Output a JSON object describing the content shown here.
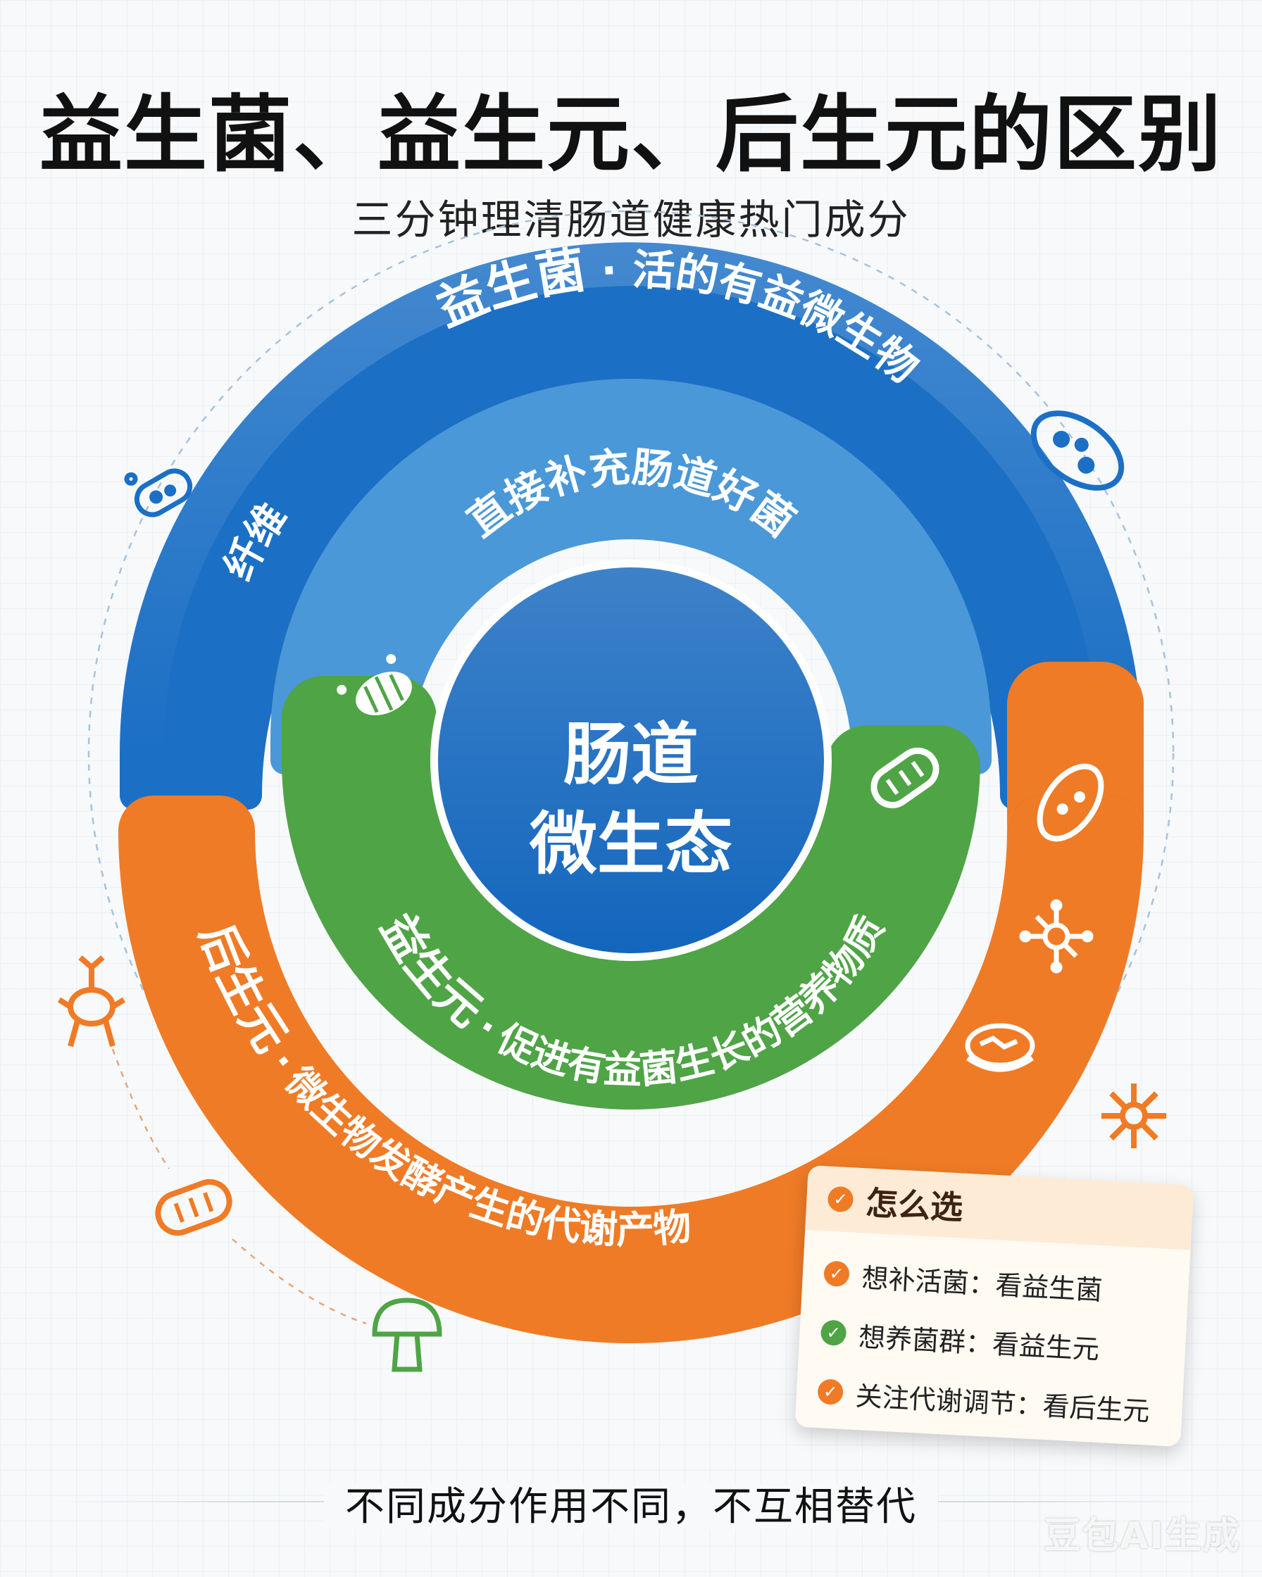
{
  "header": {
    "title": "益生菌、益生元、后生元的区别",
    "subtitle": "三分钟理清肠道健康热门成分"
  },
  "diagram": {
    "center": {
      "line1": "肠道",
      "line2": "微生态"
    },
    "probiotics": {
      "name": "益生菌",
      "separator": "·",
      "desc": "活的有益微生物",
      "inner_desc": "直接补充肠道好菌",
      "side_label": "纤维",
      "color": "#1b6fc5",
      "inner_color": "#4a98d8"
    },
    "prebiotics": {
      "name": "益生元",
      "separator": "·",
      "desc": "促进有益菌生长的营养物质",
      "color": "#4fa446"
    },
    "postbiotics": {
      "name": "后生元",
      "separator": "·",
      "desc": "微生物发酵产生的代谢产物",
      "color": "#ef7b26"
    },
    "center_color": "#1366bd"
  },
  "card": {
    "title": "怎么选",
    "items": [
      {
        "text": "想补活菌：看益生菌",
        "check_color": "#ef7b26"
      },
      {
        "text": "想养菌群：看益生元",
        "check_color": "#4fa446"
      },
      {
        "text": "关注代谢调节：看后生元",
        "check_color": "#ef7b26"
      }
    ]
  },
  "footer": {
    "text": "不同成分作用不同，不互相替代"
  },
  "watermark": {
    "text": "豆包AI生成"
  },
  "icons": [
    "bacterium-icon",
    "capsule-bacterium-icon",
    "virus-icon",
    "mushroom-icon",
    "microbe-icon",
    "checkmark-icon"
  ]
}
